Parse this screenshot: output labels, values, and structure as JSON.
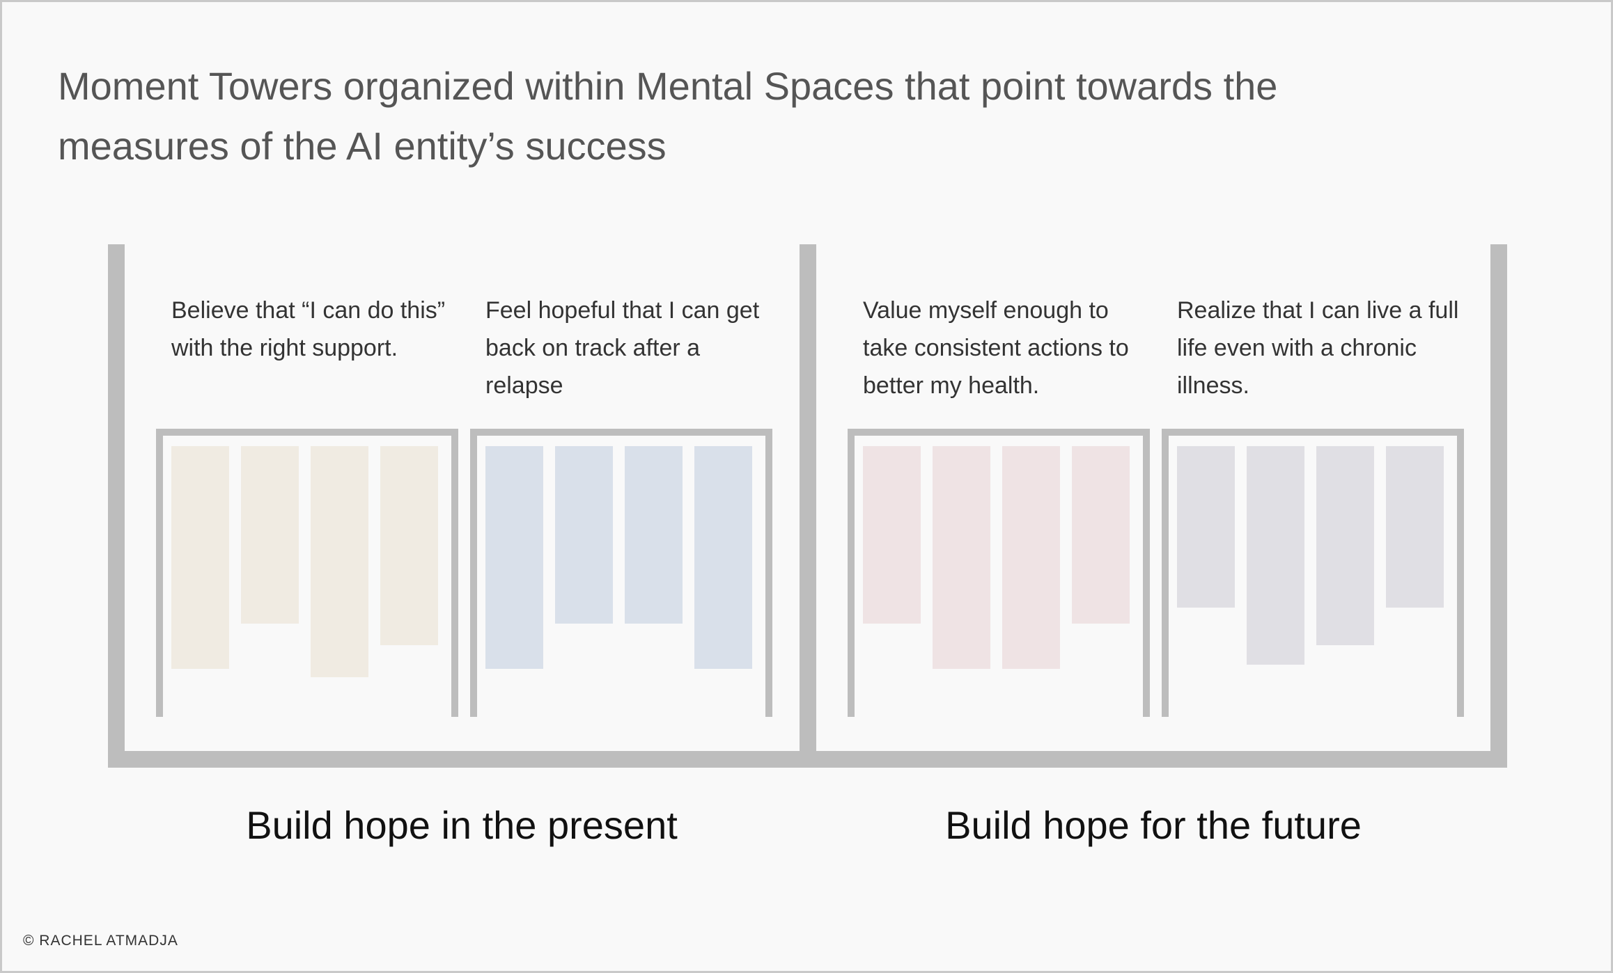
{
  "title": "Moment Towers organized within Mental Spaces that point towards the measures of the AI entity’s success",
  "spaces": [
    {
      "label": "Build hope in the present",
      "towers": [
        {
          "goal": "Believe that “I can do this” with the right support.",
          "color": "#f0ebe2"
        },
        {
          "goal": "Feel hopeful that I can get back on track after a relapse",
          "color": "#d9e0ea"
        }
      ]
    },
    {
      "label": "Build hope for the future",
      "towers": [
        {
          "goal": "Value myself enough to take consistent actions to better my health.",
          "color": "#efe3e4"
        },
        {
          "goal": "Realize that I can live a full life even with a chronic illness.",
          "color": "#e0dfe4"
        }
      ]
    }
  ],
  "credit": "© RACHEL ATMADJA"
}
